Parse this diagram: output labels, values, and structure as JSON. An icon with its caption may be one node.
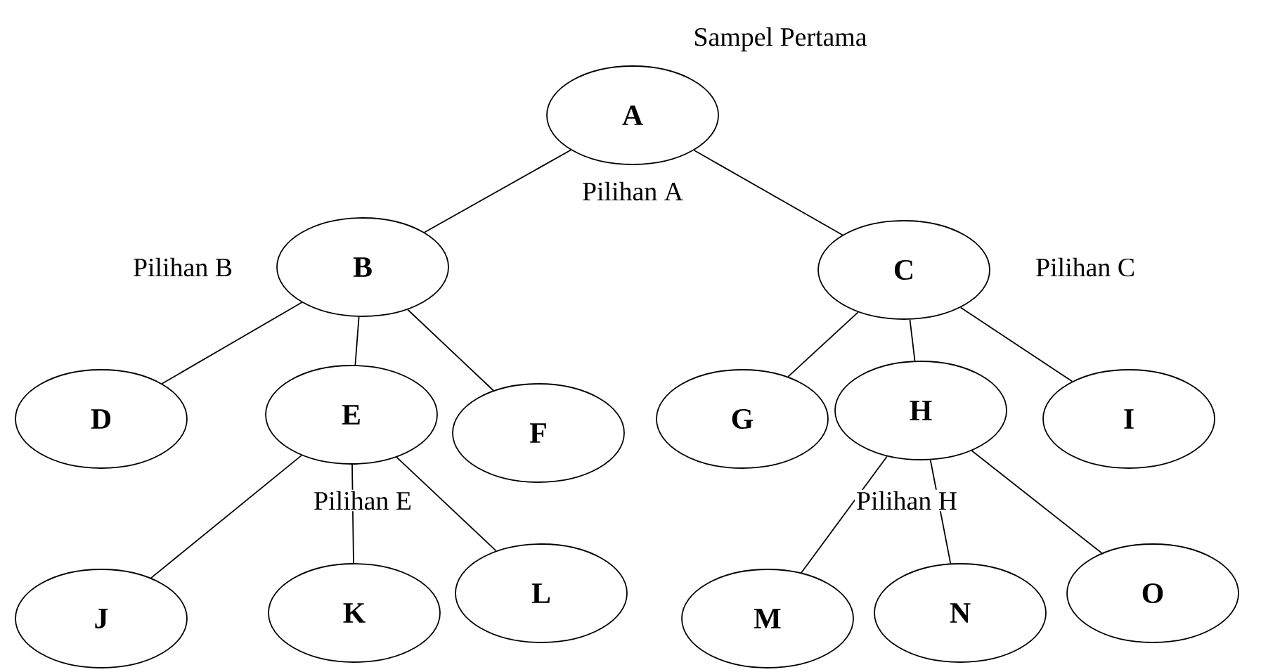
{
  "diagram": {
    "nodes": [
      {
        "text": [
          "A"
        ],
        "beside": [
          "Sampel Pertama",
          "Pilihan A"
        ]
      },
      {
        "text": [
          "B"
        ],
        "beside": [
          "Pilihan B"
        ]
      },
      {
        "text": [
          "C"
        ],
        "beside": [
          "Pilihan C"
        ]
      },
      {
        "text": [
          "D"
        ]
      },
      {
        "text": [
          "E"
        ],
        "beside": [
          "Pilihan E"
        ]
      },
      {
        "text": [
          "F"
        ]
      },
      {
        "text": [
          "G"
        ]
      },
      {
        "text": [
          "H"
        ],
        "beside": [
          "Pilihan H"
        ]
      },
      {
        "text": [
          "I"
        ]
      },
      {
        "text": [
          "J"
        ]
      },
      {
        "text": [
          "K"
        ]
      },
      {
        "text": [
          "L"
        ]
      },
      {
        "text": [
          "M"
        ]
      },
      {
        "text": [
          "N"
        ]
      },
      {
        "text": [
          "O"
        ]
      }
    ],
    "edges": [
      {
        "from": 0,
        "to": 1,
        "arrow": "none"
      },
      {
        "from": 0,
        "to": 2,
        "arrow": "none"
      },
      {
        "from": 1,
        "to": 3,
        "arrow": "none"
      },
      {
        "from": 1,
        "to": 4,
        "arrow": "none"
      },
      {
        "from": 1,
        "to": 5,
        "arrow": "none"
      },
      {
        "from": 2,
        "to": 6,
        "arrow": "none"
      },
      {
        "from": 2,
        "to": 7,
        "arrow": "none"
      },
      {
        "from": 2,
        "to": 8,
        "arrow": "none"
      },
      {
        "from": 4,
        "to": 9,
        "arrow": "none"
      },
      {
        "from": 4,
        "to": 10,
        "arrow": "none"
      },
      {
        "from": 4,
        "to": 11,
        "arrow": "none"
      },
      {
        "from": 7,
        "to": 12,
        "arrow": "none"
      },
      {
        "from": 7,
        "to": 13,
        "arrow": "none"
      },
      {
        "from": 7,
        "to": 14,
        "arrow": "none"
      }
    ]
  }
}
